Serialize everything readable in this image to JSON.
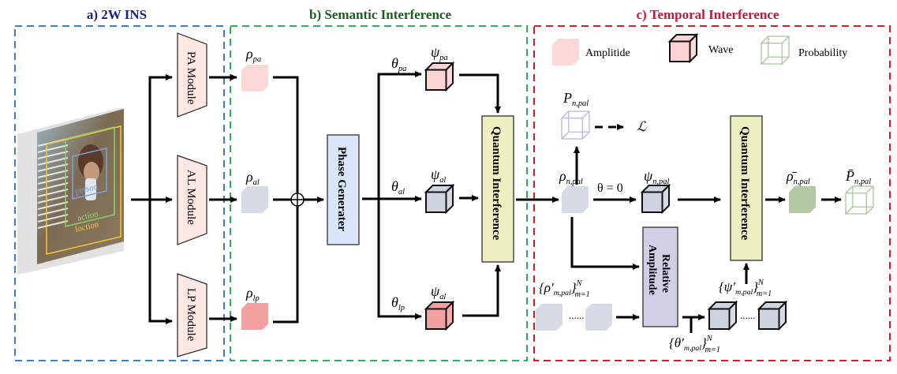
{
  "sections": {
    "a": {
      "title": "a)  2W INS",
      "color": "#1a237e",
      "border": "#3f7fb5"
    },
    "b": {
      "title": "b) Semantic Interference",
      "color": "#1b5e20",
      "border": "#33a861"
    },
    "c": {
      "title": "c)  Temporal Interference",
      "color": "#b71c3a",
      "border": "#cc1f2a"
    }
  },
  "input_image": {
    "box_labels": [
      "person",
      "action",
      "loction"
    ]
  },
  "modules": {
    "pa": "PA Module",
    "al": "AL Module",
    "lp": "LP Module"
  },
  "blocks": {
    "phase_generator": "Phase Generater",
    "quantum_interference_1": "Quantum Interference",
    "quantum_interference_2": "Quantum Interference",
    "relative_amplitude_line1": "Relative",
    "relative_amplitude_line2": "Amplitude"
  },
  "legend": {
    "amplitude": "Amplitide",
    "wave": "Wave",
    "probability": "Probability"
  },
  "symbols": {
    "rho_pa": {
      "base": "ρ",
      "sub": "pa"
    },
    "rho_al": {
      "base": "ρ",
      "sub": "al"
    },
    "rho_lp": {
      "base": "ρ",
      "sub": "lp"
    },
    "theta_pa": {
      "base": "θ",
      "sub": "pa"
    },
    "theta_al": {
      "base": "θ",
      "sub": "al"
    },
    "theta_lp": {
      "base": "θ",
      "sub": "lp"
    },
    "psi_pa": {
      "base": "ψ",
      "sub": "pa"
    },
    "psi_al": {
      "base": "ψ",
      "sub": "al"
    },
    "psi_lp": {
      "base": "ψ",
      "sub": "al"
    },
    "P_npal": {
      "base": "P",
      "sub": "n,pal"
    },
    "loss": "ℒ",
    "rho_npal": {
      "base": "ρ",
      "sub": "n,pal"
    },
    "theta_zero": "θ = 0",
    "psi_npal": {
      "base": "ψ",
      "sub": "n,pal"
    },
    "rhobar_npal": {
      "base": "ρ̄",
      "sub": "n,pal"
    },
    "Pbar_npal": {
      "base": "P̄",
      "sub": "n,pal"
    },
    "rho_prime_set": {
      "base": "{ρ′",
      "sub": "m,pal",
      "close": "}",
      "sup": "N",
      "sub2": "m=1"
    },
    "psi_prime_set": {
      "base": "{ψ′",
      "sub": "m,pal",
      "close": "}",
      "sup": "N",
      "sub2": "m=1"
    },
    "theta_prime_set": {
      "base": "{θ′",
      "sub": "m,pal",
      "close": "}",
      "sup": "N",
      "sub2": "m=1"
    },
    "dots": "......"
  },
  "colors": {
    "amp_pink_light": "#fcd9d9",
    "amp_grey": "#d6dbe6",
    "amp_red": "#f2a0a0",
    "wave_pink": "#fcd4d4",
    "wave_grey": "#ced4df",
    "wave_red": "#f2a0a0",
    "prob_purple": "#b9b7e0",
    "prob_green": "#a9c79f",
    "amp_green": "#b5c8a6",
    "module_fill": "#fde8e4",
    "phase_fill": "#dbe5fa",
    "qi_fill": "#eeefc1",
    "ra_fill": "#cfcfe6"
  }
}
